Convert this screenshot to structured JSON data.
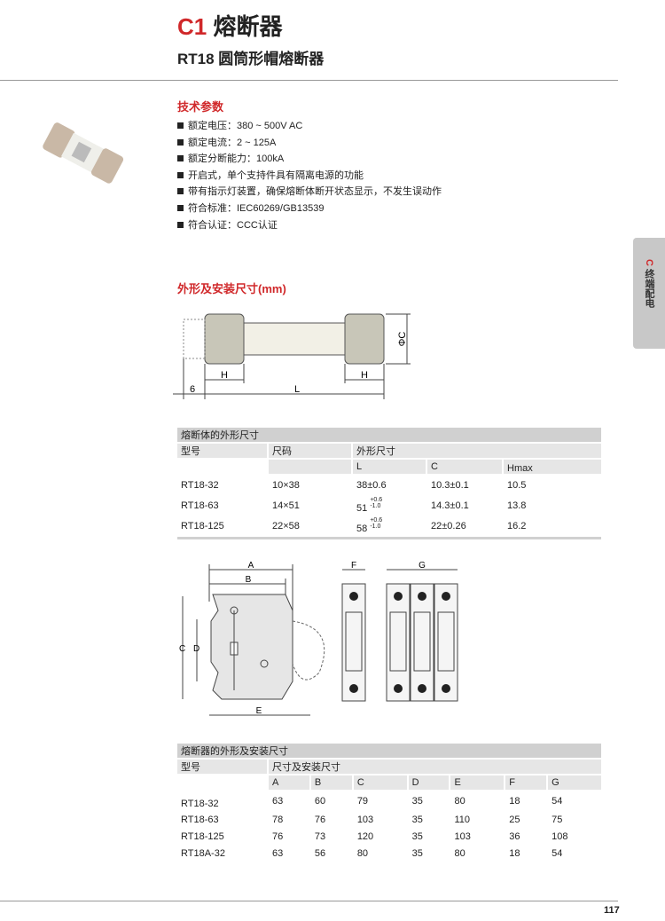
{
  "header": {
    "code": "C1",
    "title": "熔断器",
    "subtitle": "RT18 圆筒形帽熔断器"
  },
  "side_tab": {
    "letter": "C",
    "label": "终端配电"
  },
  "tech": {
    "heading": "技术参数",
    "items": [
      "额定电压：380 ~ 500V AC",
      "额定电流：2 ~ 125A",
      "额定分断能力：100kA",
      "开启式，单个支持件具有隔离电源的功能",
      "带有指示灯装置，确保熔断体断开状态显示，不发生误动作",
      "符合标准：IEC60269/GB13539",
      "符合认证：CCC认证"
    ]
  },
  "dims": {
    "heading": "外形及安装尺寸(mm)",
    "labels": {
      "h": "H",
      "l": "L",
      "six": "6",
      "phic": "ΦC"
    }
  },
  "table1": {
    "title": "熔断体的外形尺寸",
    "col_model": "型号",
    "col_size": "尺码",
    "col_dims": "外形尺寸",
    "sub": [
      "L",
      "C",
      "Hmax"
    ],
    "rows": [
      {
        "model": "RT18-32",
        "size": "10×38",
        "L": "38±0.6",
        "L_up": "",
        "L_dn": "",
        "C": "10.3±0.1",
        "H": "10.5"
      },
      {
        "model": "RT18-63",
        "size": "14×51",
        "L": "51",
        "L_up": "+0.6",
        "L_dn": "-1.0",
        "C": "14.3±0.1",
        "H": "13.8"
      },
      {
        "model": "RT18-125",
        "size": "22×58",
        "L": "58",
        "L_up": "+0.6",
        "L_dn": "-1.0",
        "C": "22±0.26",
        "H": "16.2"
      }
    ]
  },
  "drawing2": {
    "labels": [
      "A",
      "B",
      "C",
      "D",
      "E",
      "F",
      "G"
    ]
  },
  "table2": {
    "title": "熔断器的外形及安装尺寸",
    "col_model": "型号",
    "col_dims": "尺寸及安装尺寸",
    "sub": [
      "A",
      "B",
      "C",
      "D",
      "E",
      "F",
      "G"
    ],
    "rows": [
      [
        "RT18-32",
        "63",
        "60",
        "79",
        "35",
        "80",
        "18",
        "54"
      ],
      [
        "RT18-63",
        "78",
        "76",
        "103",
        "35",
        "110",
        "25",
        "75"
      ],
      [
        "RT18-125",
        "76",
        "73",
        "120",
        "35",
        "103",
        "36",
        "108"
      ],
      [
        "RT18A-32",
        "63",
        "56",
        "80",
        "35",
        "80",
        "18",
        "54"
      ]
    ]
  },
  "page_number": "117",
  "colors": {
    "accent": "#d0282a",
    "table_header": "#d0d0d0",
    "table_cell": "#e6e6e6"
  }
}
